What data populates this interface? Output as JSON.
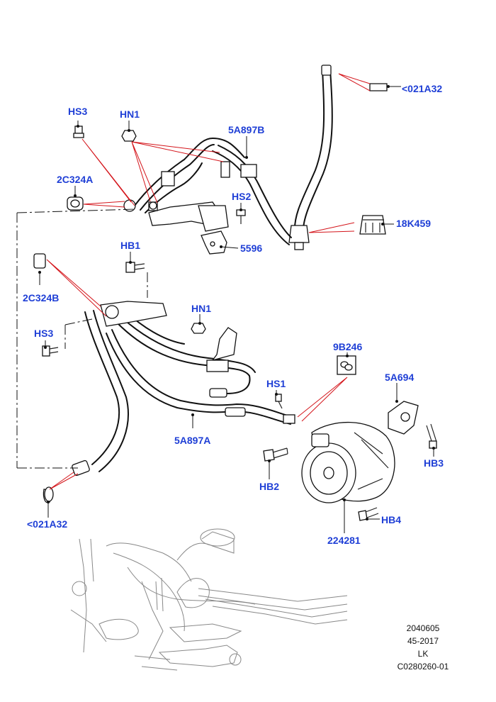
{
  "labels": {
    "p021a32_top": "<021A32",
    "hs3_top": "HS3",
    "hn1_top": "HN1",
    "p5a897b": "5A897B",
    "p2c324a": "2C324A",
    "hs2": "HS2",
    "p18k459": "18K459",
    "hb1": "HB1",
    "p5596": "5596",
    "p2c324b": "2C324B",
    "hn1_mid": "HN1",
    "hs3_mid": "HS3",
    "p9b246": "9B246",
    "p5a694": "5A694",
    "hs1": "HS1",
    "p5a897a": "5A897A",
    "hb3": "HB3",
    "hb2": "HB2",
    "hb4": "HB4",
    "p224281": "224281",
    "p021a32_bottom": "<021A32"
  },
  "reference": {
    "line1": "2040605",
    "line2": "45-2017",
    "line3": "LK",
    "line4": "C0280260-01"
  },
  "colors": {
    "label": "#1f3fd6",
    "callout_line": "#d4151b",
    "drawing": "#111111"
  }
}
